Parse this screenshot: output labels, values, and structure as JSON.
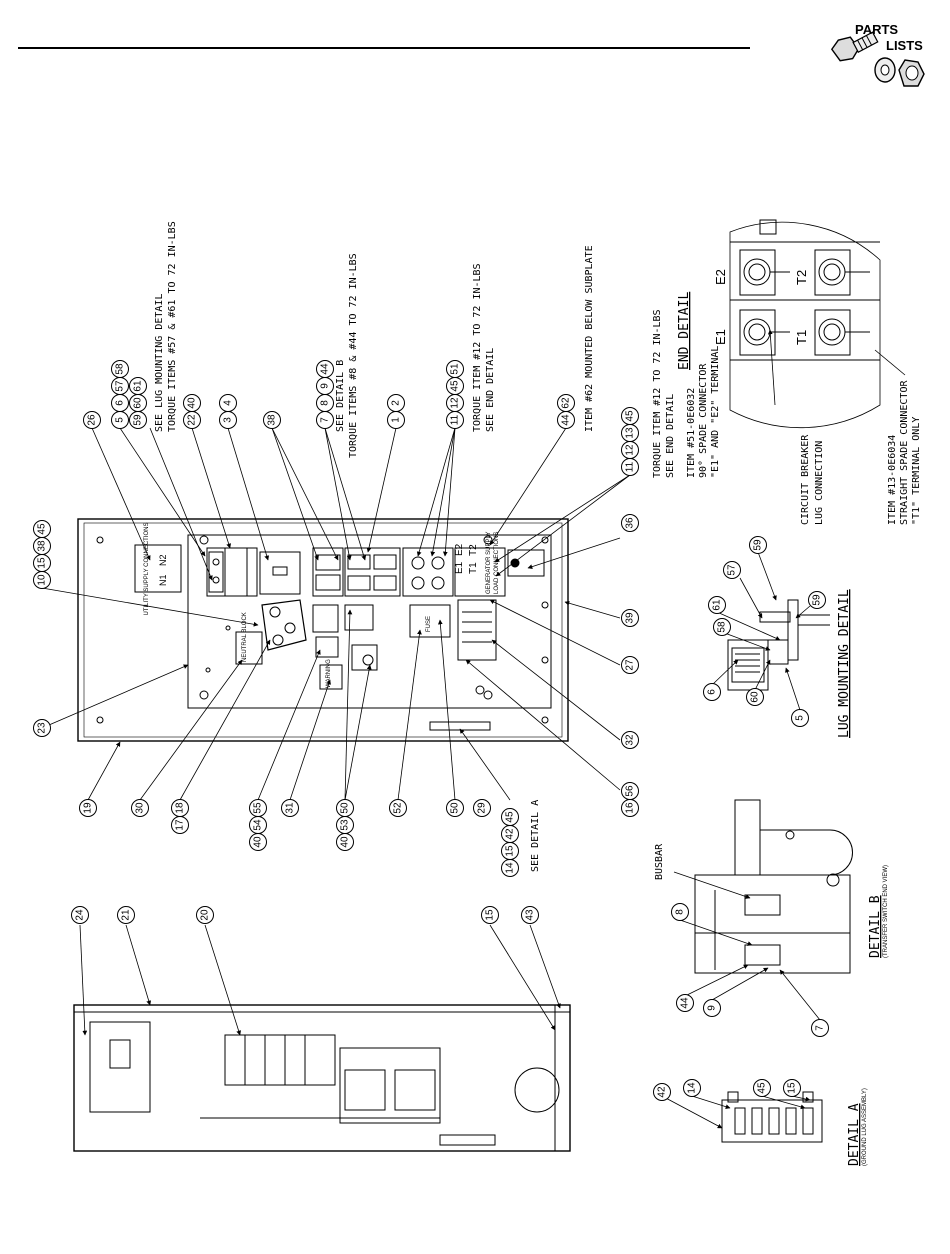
{
  "header": {
    "parts_label": "PARTS",
    "lists_label": "LISTS"
  },
  "notes": {
    "lug_detail_1": "SEE LUG MOUNTING DETAIL",
    "lug_detail_2": "TORQUE ITEMS #57 & #61 TO 72 IN-LBS",
    "detail_b_1": "SEE DETAIL B",
    "detail_b_2": "TORQUE ITEMS #8 & #44 TO 72 IN-LBS",
    "end_detail_1": "TORQUE ITEM #12 TO 72 IN-LBS",
    "end_detail_2": "SEE END DETAIL",
    "subplate": "ITEM #62 MOUNTED BELOW SUBPLATE",
    "end_detail_3": "TORQUE ITEM #12 TO 72 IN-LBS",
    "end_detail_4": "SEE END DETAIL",
    "spade90_1": "ITEM #51-0E6032",
    "spade90_2": "90° SPADE CONNECTOR",
    "spade90_3": "\"E1\" AND \"E2\" TERMINAL",
    "cb_lug_1": "CIRCUIT BREAKER",
    "cb_lug_2": "LUG CONNECTION",
    "straight_1": "ITEM #13-0E6034",
    "straight_2": "STRAIGHT SPADE CONNECTOR",
    "straight_3": "\"T1\" TERMINAL ONLY",
    "see_detail_a": "SEE DETAIL A",
    "busbar": "BUSBAR"
  },
  "titles": {
    "end_detail": "END DETAIL",
    "lug_mounting": "LUG MOUNTING DETAIL",
    "detail_b": "DETAIL B",
    "detail_b_sub": "(TRANSFER SWITCH END VIEW)",
    "detail_a": "DETAIL A",
    "detail_a_sub": "(GROUND LUG ASSEMBLY)"
  },
  "panel_text": {
    "utility_label": "UTILITY SUPPLY CONNECTIONS",
    "n1": "N1",
    "n2": "N2",
    "e1": "E1",
    "e2": "E2",
    "t1": "T1",
    "t2": "T2",
    "generator": "GENERATOR SUPPLY",
    "load": "LOAD CONNECTIONS",
    "neutral": "NEUTRAL BLOCK",
    "warning": "WARNING",
    "fuse": "FUSE"
  },
  "end_detail_terms": {
    "e2": "E2",
    "e1": "E1",
    "t2": "T2",
    "t1": "T1"
  },
  "callouts_main": {
    "c26": "26",
    "c5": "5",
    "c6": "6",
    "c57": "57",
    "c58": "58",
    "c59": "59",
    "c60": "60",
    "c61": "61",
    "c22": "22",
    "c40a": "40",
    "c3": "3",
    "c4": "4",
    "c38": "38",
    "c7": "7",
    "c8": "8",
    "c9": "9",
    "c44a": "44",
    "c1": "1",
    "c2": "2",
    "c11a": "11",
    "c12a": "12",
    "c45a": "45",
    "c51": "51",
    "c44b": "44",
    "c62": "62",
    "c11b": "11",
    "c12b": "12",
    "c13": "13",
    "c45b": "45",
    "c10": "10",
    "c15a": "15",
    "c38b": "38",
    "c45c": "45",
    "c36": "36",
    "c39": "39",
    "c27": "27",
    "c32": "32",
    "c16": "16",
    "c56": "56",
    "c23": "23",
    "c19": "19",
    "c30": "30",
    "c17": "17",
    "c18": "18",
    "c40b": "40",
    "c54": "54",
    "c55": "55",
    "c31": "31",
    "c50a": "50",
    "c40c": "40",
    "c53": "53",
    "c52": "52",
    "c50b": "50",
    "c29": "29",
    "c14": "14",
    "c15b": "15",
    "c42": "42",
    "c45d": "45"
  },
  "callouts_side": {
    "c24": "24",
    "c21": "21",
    "c20": "20",
    "c15": "15",
    "c43": "43"
  },
  "callouts_lug": {
    "c57": "57",
    "c59a": "59",
    "c58": "58",
    "c61": "61",
    "c59b": "59",
    "c6": "6",
    "c60": "60",
    "c5": "5"
  },
  "callouts_b": {
    "c8": "8",
    "c44": "44",
    "c9": "9",
    "c7": "7"
  },
  "callouts_a": {
    "c42": "42",
    "c14": "14",
    "c45": "45",
    "c15": "15"
  }
}
